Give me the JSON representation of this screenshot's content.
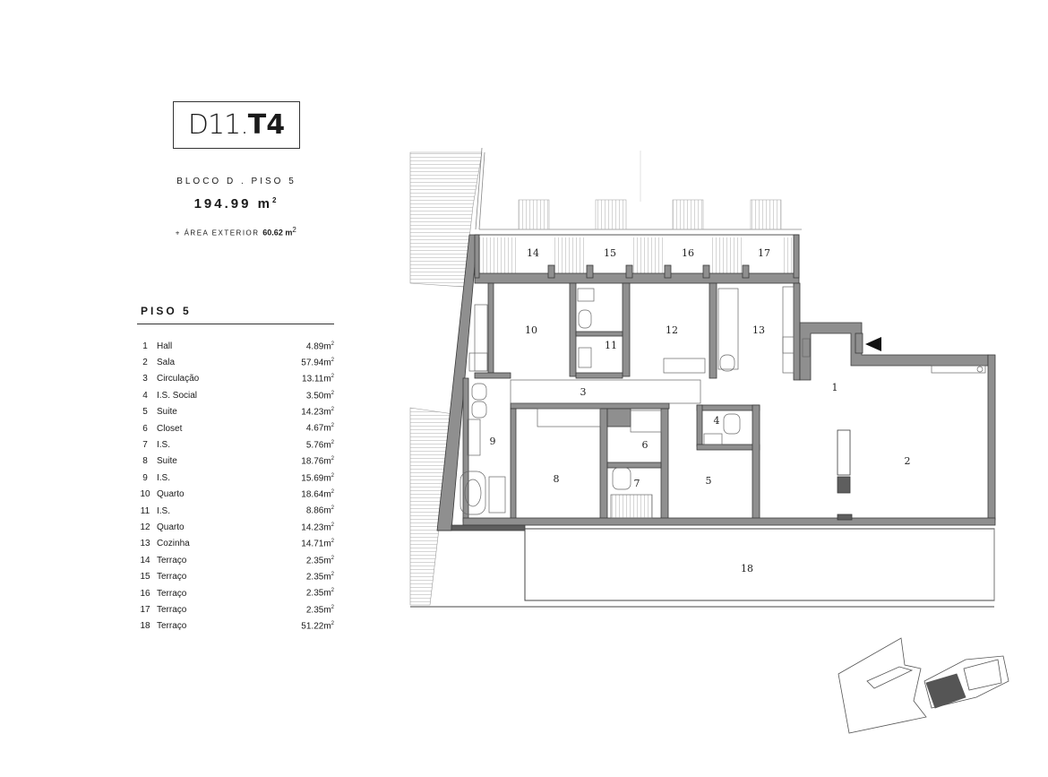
{
  "header": {
    "unit_code": "D11.",
    "unit_type": "T4",
    "location": "BLOCO D . PISO 5",
    "area_value": "194.99 m",
    "area_sup": "2",
    "exterior_label": "+ ÁREA EXTERIOR",
    "exterior_value": "60.62 m",
    "exterior_sup": "2"
  },
  "floor_title": "PISO 5",
  "rooms": [
    {
      "num": "1",
      "name": "Hall",
      "area": "4.89m",
      "sup": "2"
    },
    {
      "num": "2",
      "name": "Sala",
      "area": "57.94m",
      "sup": "2"
    },
    {
      "num": "3",
      "name": "Circulação",
      "area": "13.11m",
      "sup": "2"
    },
    {
      "num": "4",
      "name": "I.S. Social",
      "area": "3.50m",
      "sup": "2"
    },
    {
      "num": "5",
      "name": "Suite",
      "area": "14.23m",
      "sup": "2"
    },
    {
      "num": "6",
      "name": "Closet",
      "area": "4.67m",
      "sup": "2"
    },
    {
      "num": "7",
      "name": "I.S.",
      "area": "5.76m",
      "sup": "2"
    },
    {
      "num": "8",
      "name": "Suite",
      "area": "18.76m",
      "sup": "2"
    },
    {
      "num": "9",
      "name": "I.S.",
      "area": "15.69m",
      "sup": "2"
    },
    {
      "num": "10",
      "name": "Quarto",
      "area": "18.64m",
      "sup": "2"
    },
    {
      "num": "11",
      "name": "I.S.",
      "area": "8.86m",
      "sup": "2"
    },
    {
      "num": "12",
      "name": "Quarto",
      "area": "14.23m",
      "sup": "2"
    },
    {
      "num": "13",
      "name": "Cozinha",
      "area": "14.71m",
      "sup": "2"
    },
    {
      "num": "14",
      "name": "Terraço",
      "area": "2.35m",
      "sup": "2"
    },
    {
      "num": "15",
      "name": "Terraço",
      "area": "2.35m",
      "sup": "2"
    },
    {
      "num": "16",
      "name": "Terraço",
      "area": "2.35m",
      "sup": "2"
    },
    {
      "num": "17",
      "name": "Terraço",
      "area": "2.35m",
      "sup": "2"
    },
    {
      "num": "18",
      "name": "Terraço",
      "area": "51.22m",
      "sup": "2"
    }
  ],
  "plan_labels": [
    "1",
    "2",
    "3",
    "4",
    "5",
    "6",
    "7",
    "8",
    "9",
    "10",
    "11",
    "12",
    "13",
    "14",
    "15",
    "16",
    "17",
    "18"
  ],
  "colors": {
    "wall": "#8f8f8f",
    "line": "#3a3a3a",
    "shade": "#5e5e5e"
  }
}
